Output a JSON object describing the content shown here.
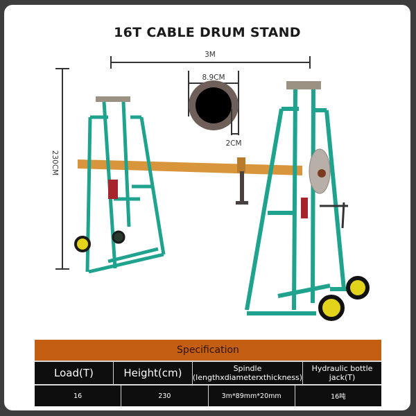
{
  "title": "16T CABLE DRUM STAND",
  "dimensions": {
    "spindle_length": "3M",
    "spindle_diameter": "8.9CM",
    "wall_thickness": "2CM",
    "stand_height": "230CM"
  },
  "colors": {
    "frame": "#3d3d3d",
    "stand_green": "#1fa38e",
    "spindle_tan": "#d9953c",
    "spec_header": "#c45e12",
    "table_bg": "#0e0e0e",
    "wheel_yellow": "#e3d31a"
  },
  "spec_table": {
    "header": "Specification",
    "columns": [
      {
        "label": "Load(T)"
      },
      {
        "label": "Height(cm)"
      },
      {
        "label": "Spindle",
        "sublabel": "(lengthxdiameterxthickness)"
      },
      {
        "label": "Hydraulic bottle jack(T)"
      }
    ],
    "rows": [
      [
        "16",
        "230",
        "3m*89mm*20mm",
        "16吨"
      ]
    ]
  }
}
